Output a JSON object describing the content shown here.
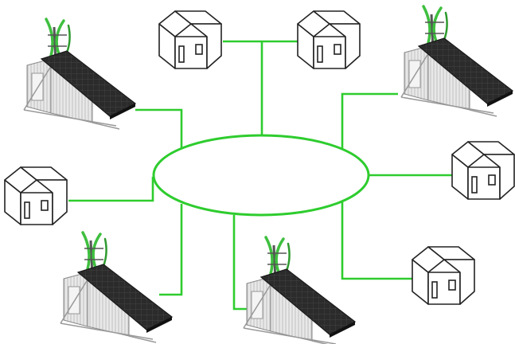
{
  "diagram": {
    "kind": "microgrid-network",
    "colors": {
      "link": "#2ecc2e",
      "outline": "#222222",
      "panel": "#2b2b2b",
      "panel_grid": "#4a4a4a",
      "turbine_blade": "#3fbf3f",
      "container": "#e6e6e6",
      "house_fill": "#ffffff"
    },
    "hub": {
      "shape": "ellipse",
      "label": ""
    },
    "nodes": [
      {
        "id": "power-station-top-left",
        "type": "power-station",
        "icons": [
          "wind-turbine-icon",
          "solar-panel-icon",
          "container-icon"
        ]
      },
      {
        "id": "house-top-center-left",
        "type": "house",
        "icons": [
          "house-icon"
        ]
      },
      {
        "id": "house-top-center-right",
        "type": "house",
        "icons": [
          "house-icon"
        ]
      },
      {
        "id": "power-station-top-right",
        "type": "power-station",
        "icons": [
          "wind-turbine-icon",
          "solar-panel-icon",
          "container-icon"
        ]
      },
      {
        "id": "house-left",
        "type": "house",
        "icons": [
          "house-icon"
        ]
      },
      {
        "id": "house-right",
        "type": "house",
        "icons": [
          "house-icon"
        ]
      },
      {
        "id": "power-station-bottom-left",
        "type": "power-station",
        "icons": [
          "wind-turbine-icon",
          "solar-panel-icon",
          "container-icon"
        ]
      },
      {
        "id": "power-station-bottom-center",
        "type": "power-station",
        "icons": [
          "wind-turbine-icon",
          "solar-panel-icon",
          "container-icon"
        ]
      },
      {
        "id": "house-bottom-right",
        "type": "house",
        "icons": [
          "house-icon"
        ]
      }
    ]
  }
}
